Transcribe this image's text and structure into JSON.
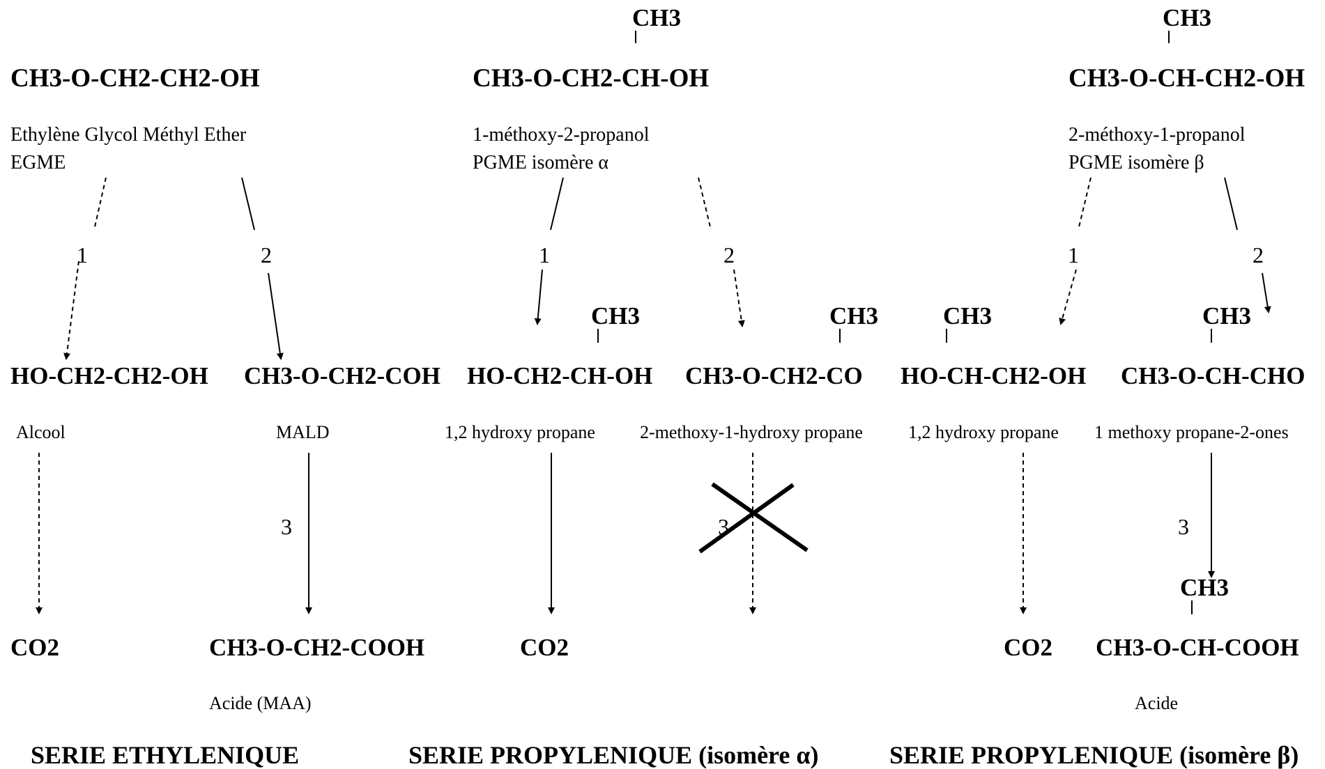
{
  "ethylene": {
    "formula": "CH3-O-CH2-CH2-OH",
    "name_line1": "Ethylène Glycol Méthyl Ether",
    "name_line2": "EGME",
    "path1_num": "1",
    "path2_num": "2",
    "prod1_formula": "HO-CH2-CH2-OH",
    "prod1_name": "Alcool",
    "prod2_formula": "CH3-O-CH2-COH",
    "prod2_name": "MALD",
    "path3_num": "3",
    "final1": "CO2",
    "final2": "CH3-O-CH2-COOH",
    "final2_name": "Acide (MAA)",
    "series_label": "SERIE ETHYLENIQUE"
  },
  "propylene_alpha": {
    "methyl": "CH3",
    "formula": "CH3-O-CH2-CH-OH",
    "name_line1": "1-méthoxy-2-propanol",
    "name_line2": "PGME isomère α",
    "path1_num": "1",
    "path2_num": "2",
    "prod1_methyl": "CH3",
    "prod1_formula": "HO-CH2-CH-OH",
    "prod1_name": "1,2 hydroxy propane",
    "prod2_methyl": "CH3",
    "prod2_formula": "CH3-O-CH2-CO",
    "prod2_name": "2-methoxy-1-hydroxy propane",
    "path3_num": "3",
    "final1": "CO2",
    "series_label": "SERIE PROPYLENIQUE (isomère α)"
  },
  "propylene_beta": {
    "methyl": "CH3",
    "formula": "CH3-O-CH-CH2-OH",
    "name_line1": "2-méthoxy-1-propanol",
    "name_line2": "PGME isomère β",
    "path1_num": "1",
    "path2_num": "2",
    "prod1_methyl": "CH3",
    "prod1_formula": "HO-CH-CH2-OH",
    "prod1_name": "1,2 hydroxy propane",
    "prod2_methyl": "CH3",
    "prod2_formula": "CH3-O-CH-CHO",
    "prod2_name": "1 methoxy propane-2-ones",
    "path3_num": "3",
    "final_methyl": "CH3",
    "final1": "CO2",
    "final2": "CH3-O-CH-COOH",
    "final2_name": "Acide",
    "series_label": "SERIE PROPYLENIQUE (isomère β)"
  }
}
